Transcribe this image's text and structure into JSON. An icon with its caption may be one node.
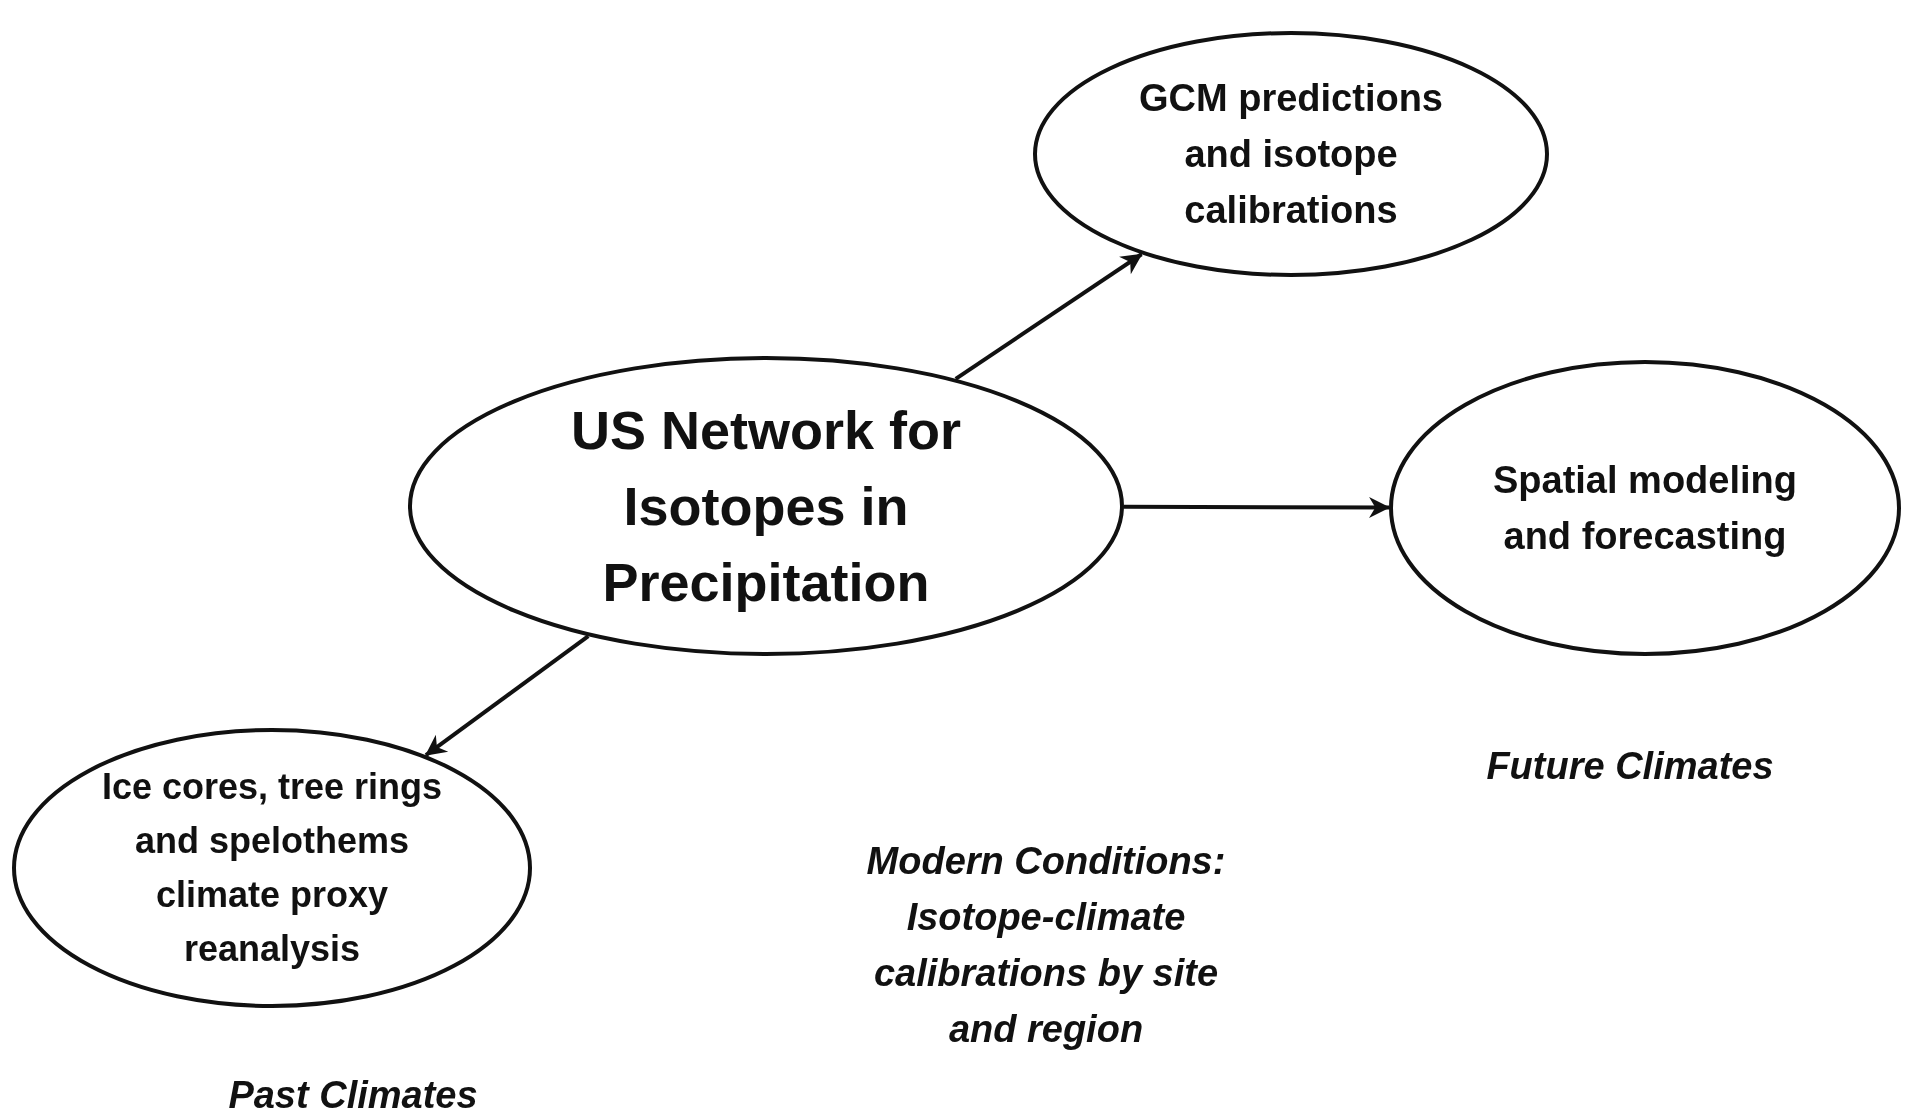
{
  "diagram": {
    "nodes": [
      {
        "text": [
          "US Network for Isotopes in Precipitation"
        ]
      },
      {
        "text": [
          "GCM predictions and isotope calibrations"
        ]
      },
      {
        "text": [
          "Spatial modeling and forecasting"
        ]
      },
      {
        "text": [
          "Ice cores, tree rings and spelothems climate proxy reanalysis"
        ]
      }
    ],
    "edges": [
      {
        "from": 0,
        "to": 1,
        "arrow": "to"
      },
      {
        "from": 0,
        "to": 2,
        "arrow": "to"
      },
      {
        "from": 0,
        "to": 3,
        "arrow": "to"
      }
    ],
    "labels": [
      "Future Climates",
      "Modern Conditions: Isotope-climate calibrations by site and region",
      "Past Climates"
    ]
  }
}
